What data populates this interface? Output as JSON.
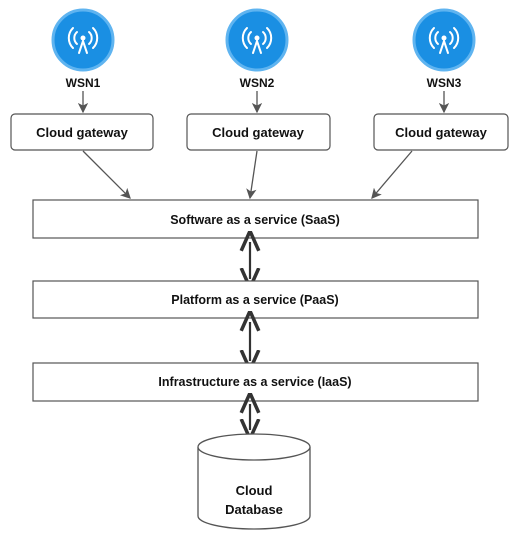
{
  "sensors": [
    {
      "label": "WSN1",
      "icon": "wifi-broadcast-icon"
    },
    {
      "label": "WSN2",
      "icon": "wifi-broadcast-icon"
    },
    {
      "label": "WSN3",
      "icon": "wifi-broadcast-icon"
    }
  ],
  "gateways": [
    {
      "label": "Cloud gateway"
    },
    {
      "label": "Cloud gateway"
    },
    {
      "label": "Cloud gateway"
    }
  ],
  "layers": {
    "saas": "Software as a service (SaaS)",
    "paas": "Platform as a service (PaaS)",
    "iaas": "Infrastructure as a service (IaaS)"
  },
  "database": {
    "line1": "Cloud",
    "line2": "Database"
  },
  "colors": {
    "sensor_fill": "#1a8fe3",
    "sensor_ring": "#1a8fe3",
    "icon_stroke": "#ffffff",
    "box_stroke": "#555555",
    "arrow": "#555555"
  }
}
